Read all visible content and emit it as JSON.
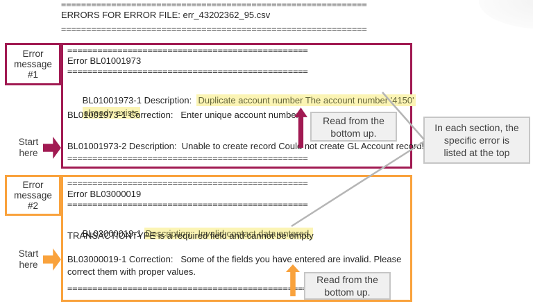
{
  "colors": {
    "maroon": "#A11A52",
    "orange": "#F9A23C",
    "highlight-bg": "#FBF4B4",
    "highlight-text": "#66663C",
    "note-bg": "#F0F0F0",
    "note-border": "#C6C6C6",
    "connector": "#B5B5B5",
    "text": "#262626",
    "sep": "#4D4D4D"
  },
  "seps": {
    "long": "=============================================================",
    "short": "================================================"
  },
  "header": {
    "title": "ERRORS FOR ERROR FILE: err_43202362_95.csv"
  },
  "section1": {
    "heading": "Error BL01001973",
    "desc1_prefix": "BL01001973-1 Description:  ",
    "desc1_highlight_line1": "Duplicate account number The account number '4150'",
    "desc1_highlight_line2": "already exists",
    "correction": "BL01001973-1 Correction:   Enter unique account number",
    "desc2": "BL01001973-2 Description:  Unable to create record Could not create GL Account record!"
  },
  "section2": {
    "heading": "Error BL03000019",
    "desc_prefix": "BL03000019-1 ",
    "desc_highlight": "Description:  Invalid contact data entered.",
    "desc_line2": "TRANSACTIONTYPE is a required field and cannot be empty",
    "correction_line1": "BL03000019-1 Correction:   Some of the fields you have entered are invalid. Please",
    "correction_line2": "correct them with proper values."
  },
  "annotations": {
    "label1": "Error\nmessage\n#1",
    "label2": "Error\nmessage\n#2",
    "start1": "Start\nhere",
    "start2": "Start\nhere",
    "read1": "Read from the\nbottom up.",
    "read2": "Read from the\nbottom up.",
    "note": "In each section, the\nspecific error is\nlisted at the top"
  }
}
